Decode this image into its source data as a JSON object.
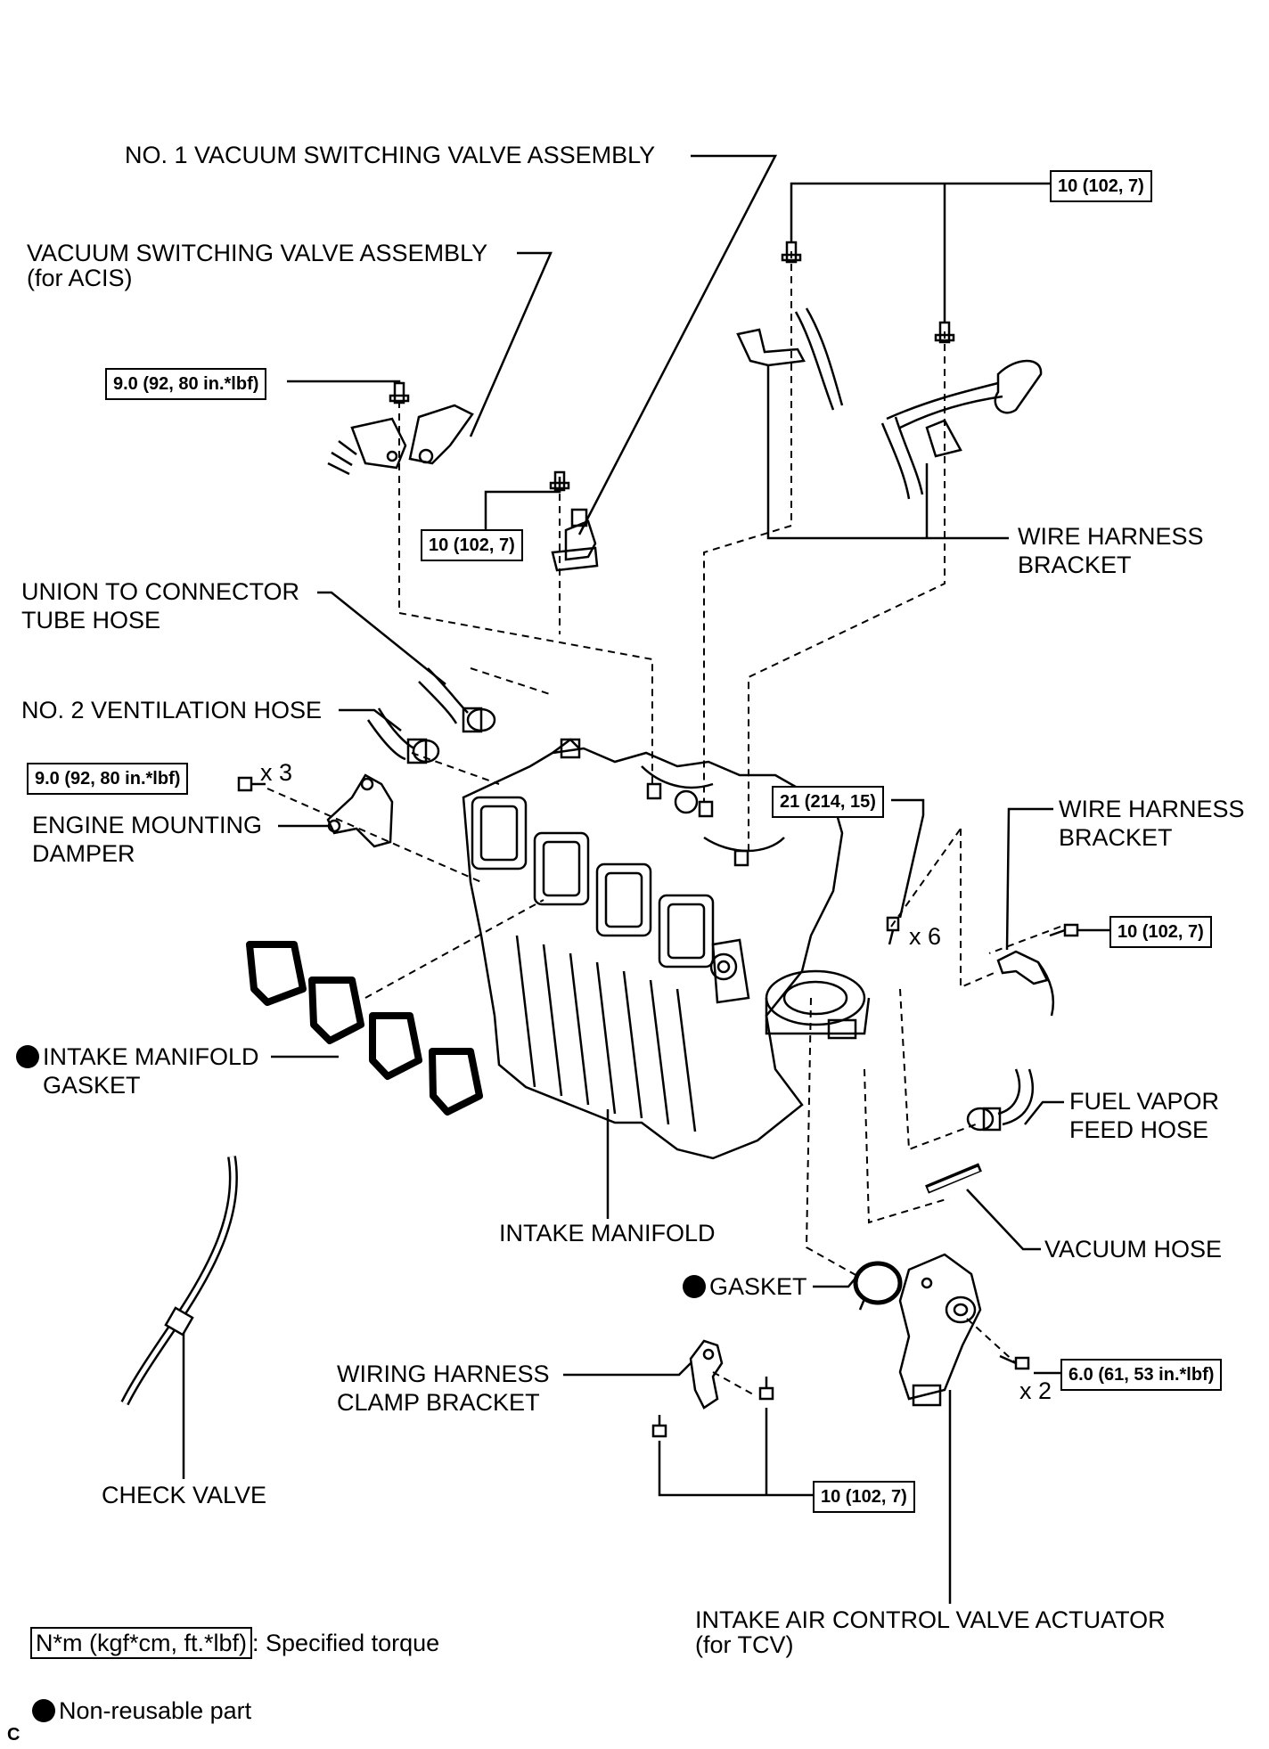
{
  "labels": {
    "vsv1": "NO. 1 VACUUM SWITCHING VALVE ASSEMBLY",
    "vsv_acis_1": "VACUUM SWITCHING VALVE ASSEMBLY",
    "vsv_acis_2": "(for ACIS)",
    "wire_harness_bracket_top_1": "WIRE HARNESS",
    "wire_harness_bracket_top_2": "BRACKET",
    "union_hose_1": "UNION TO CONNECTOR",
    "union_hose_2": "TUBE HOSE",
    "vent_hose": "NO. 2 VENTILATION HOSE",
    "engine_mount_1": "ENGINE MOUNTING",
    "engine_mount_2": "DAMPER",
    "wire_harness_bracket_right_1": "WIRE HARNESS",
    "wire_harness_bracket_right_2": "BRACKET",
    "gasket_manifold_1": "INTAKE MANIFOLD",
    "gasket_manifold_2": "GASKET",
    "fuel_vapor_1": "FUEL VAPOR",
    "fuel_vapor_2": "FEED HOSE",
    "intake_manifold": "INTAKE MANIFOLD",
    "vacuum_hose": "VACUUM HOSE",
    "gasket": "GASKET",
    "clamp_bracket_1": "WIRING HARNESS",
    "clamp_bracket_2": "CLAMP BRACKET",
    "check_valve": "CHECK VALVE",
    "actuator_1": "INTAKE AIR CONTROL VALVE ACTUATOR",
    "actuator_2": "(for TCV)"
  },
  "torques": {
    "t_top_right": "10 (102, 7)",
    "t_acis": "9.0 (92, 80 in.*lbf)",
    "t_vsv1": "10 (102, 7)",
    "t_mount": "9.0 (92, 80 in.*lbf)",
    "t_manifold": "21 (214, 15)",
    "t_bracket_right": "10 (102, 7)",
    "t_actuator": "6.0 (61, 53 in.*lbf)",
    "t_clamp": "10 (102, 7)"
  },
  "multipliers": {
    "mount": "x 3",
    "manifold": "x 6",
    "actuator": "x 2"
  },
  "legend": {
    "torque_box": "N*m (kgf*cm, ft.*lbf)",
    "torque_text": ": Specified torque",
    "nonreusable": "Non-reusable part",
    "corner_code": "C"
  }
}
